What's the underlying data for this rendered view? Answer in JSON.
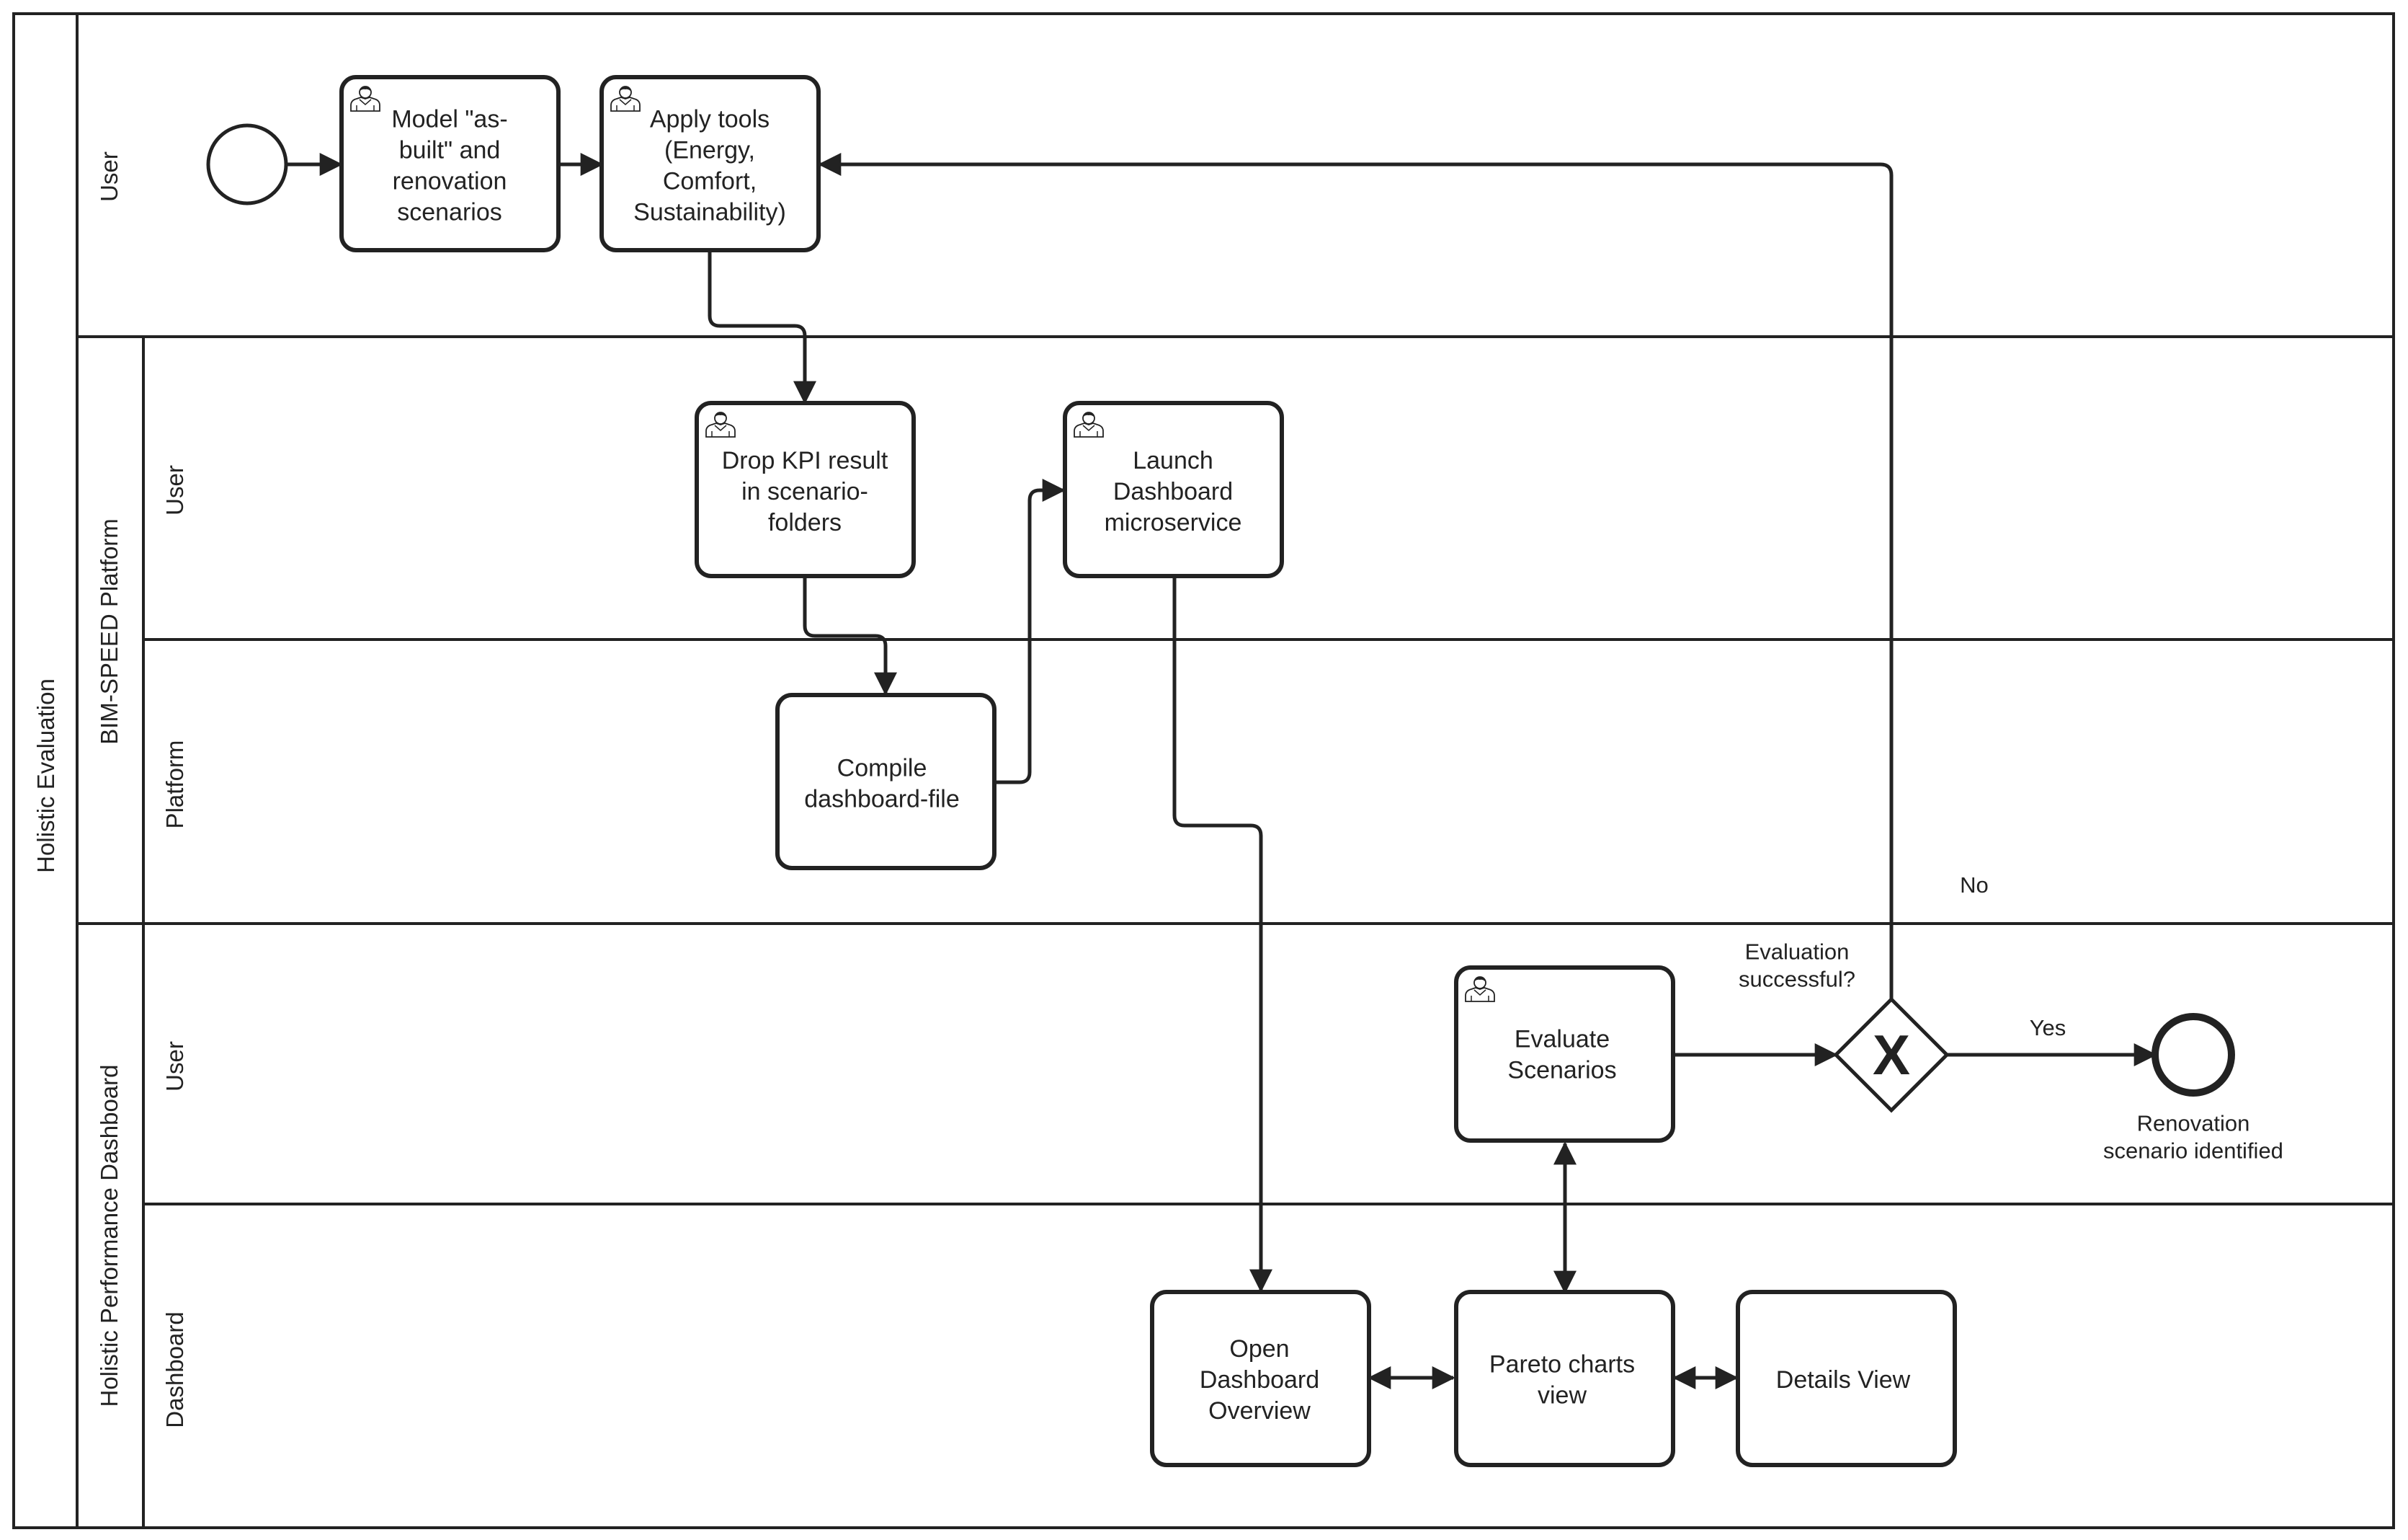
{
  "pool": {
    "title": "Holistic Evaluation"
  },
  "lanes": {
    "top_user": "User",
    "bim_speed": "BIM-SPEED Platform",
    "bim_user": "User",
    "bim_platform": "Platform",
    "dashboard_group": "Holistic Performance Dashboard",
    "dash_user": "User",
    "dash_dashboard": "Dashboard"
  },
  "tasks": {
    "model": {
      "lines": [
        "Model \"as-",
        "built\" and",
        "renovation",
        "scenarios"
      ]
    },
    "apply": {
      "lines": [
        "Apply tools",
        "(Energy,",
        "Comfort,",
        "Sustainability)"
      ]
    },
    "drop": {
      "lines": [
        "Drop KPI result",
        "in scenario-",
        "folders"
      ]
    },
    "launch": {
      "lines": [
        "Launch",
        "Dashboard",
        "microservice"
      ]
    },
    "compile": {
      "lines": [
        "Compile",
        "dashboard-file"
      ]
    },
    "evaluate": {
      "lines": [
        "Evaluate",
        "Scenarios"
      ]
    },
    "open": {
      "lines": [
        "Open",
        "Dashboard",
        "Overview"
      ]
    },
    "pareto": {
      "lines": [
        "Pareto charts",
        "view"
      ]
    },
    "details": {
      "lines": [
        "Details View"
      ]
    }
  },
  "gateway": {
    "question_lines": [
      "Evaluation",
      "successful?"
    ],
    "symbol": "X"
  },
  "flow_labels": {
    "no": "No",
    "yes": "Yes"
  },
  "end_event": {
    "lines": [
      "Renovation",
      "scenario identified"
    ]
  },
  "icons": {
    "user_task": "user-icon"
  }
}
